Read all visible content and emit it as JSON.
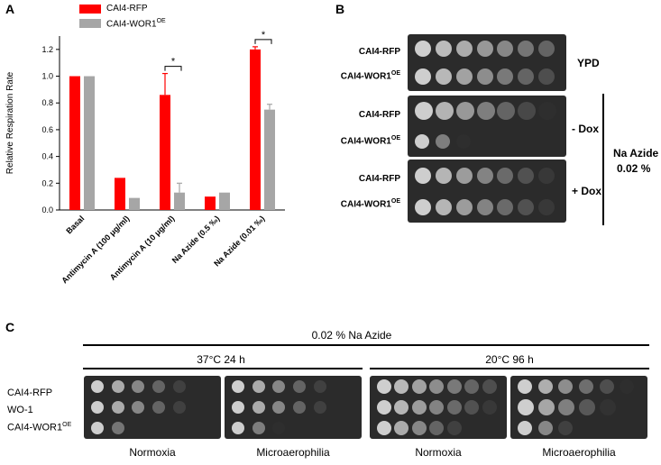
{
  "panel_letters": {
    "a": "A",
    "b": "B",
    "c": "C"
  },
  "colors": {
    "rfp": "#ff0000",
    "wor1": "#a6a6a6"
  },
  "panelA": {
    "legend": {
      "rfp_main": "CAI4-RFP",
      "wor1_main": "CAI4-WOR1",
      "wor1_sup": "OE"
    },
    "significance_mark": "*"
  },
  "chart_data": {
    "type": "bar",
    "categories": [
      "Basal",
      "Antimycin A (100 μg/ml)",
      "Antimycin A (10 μg/ml)",
      "Na Azide (0.5 ‰)",
      "Na Azide (0.01 ‰)"
    ],
    "series": [
      {
        "name": "CAI4-RFP",
        "values": [
          1.0,
          0.24,
          0.86,
          0.1,
          1.2
        ],
        "errors": [
          0,
          0,
          0.16,
          0,
          0.02
        ]
      },
      {
        "name": "CAI4-WOR1OE",
        "values": [
          1.0,
          0.09,
          0.13,
          0.13,
          0.75
        ],
        "errors": [
          0,
          0,
          0.07,
          0,
          0.04
        ]
      }
    ],
    "ylabel": "Relative Respiration Rate",
    "yticks": [
      "0.0",
      "0.2",
      "0.4",
      "0.6",
      "0.8",
      "1.0",
      "1.2"
    ],
    "ylim": [
      0,
      1.3
    ],
    "significance": [
      "",
      "",
      "*",
      "",
      "*"
    ]
  },
  "panelB": {
    "rows": [
      {
        "main": "CAI4-RFP",
        "sup": ""
      },
      {
        "main": "CAI4-WOR1",
        "sup": "OE"
      },
      {
        "main": "CAI4-RFP",
        "sup": ""
      },
      {
        "main": "CAI4-WOR1",
        "sup": "OE"
      },
      {
        "main": "CAI4-RFP",
        "sup": ""
      },
      {
        "main": "CAI4-WOR1",
        "sup": "OE"
      }
    ],
    "ypd": "YPD",
    "minus_dox": "- Dox",
    "plus_dox": "+ Dox",
    "azide_line1": "Na Azide",
    "azide_line2": "0.02 %"
  },
  "panelC": {
    "header": "0.02 % Na Azide",
    "cond1": "37°C 24 h",
    "cond2": "20°C 96 h",
    "rows": [
      {
        "main": "CAI4-RFP",
        "sup": ""
      },
      {
        "main": "WO-1",
        "sup": ""
      },
      {
        "main": "CAI4-WOR1",
        "sup": "OE"
      }
    ],
    "captions": [
      "Normoxia",
      "Microaerophilia",
      "Normoxia",
      "Microaerophilia"
    ]
  }
}
